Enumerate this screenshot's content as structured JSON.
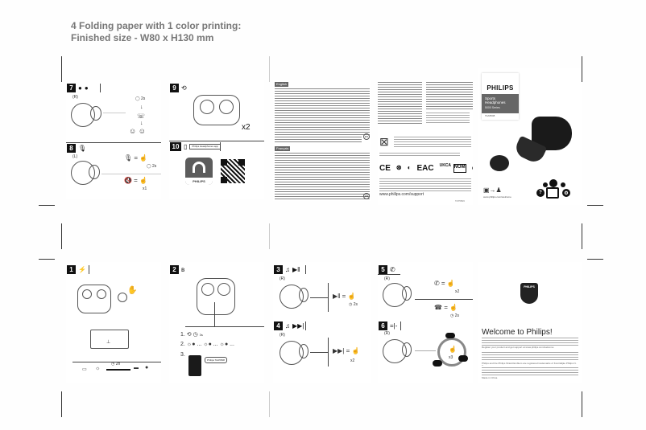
{
  "header": {
    "line1": "4 Folding paper with 1 color printing:",
    "line2": "Finished size - W80 x H130 mm"
  },
  "top_row": {
    "panel_7_8": {
      "step7": {
        "number": "7",
        "icons": [
          "earbud-icon",
          "earbud-icon"
        ],
        "side_label": "R",
        "hold_label": "2s",
        "reject_label": "✕"
      },
      "step8": {
        "number": "8",
        "icons": [
          "microphone-icon"
        ],
        "side_label": "L",
        "hold_label": "2s",
        "mute_count": "x1"
      }
    },
    "panel_9_10": {
      "step9": {
        "number": "9",
        "icons": [
          "reset-icon"
        ],
        "count": "x2"
      },
      "step10": {
        "number": "10",
        "icons": [
          "phone-icon",
          "app-store-icon"
        ],
        "search_text": "Philips Headphones app",
        "app_name": "PHILIPS"
      }
    },
    "panel_text_en": {
      "lang_tag_1": "English",
      "lang_tag_2": "Français",
      "language_badge": "EN",
      "language_badge_2": "FR"
    },
    "panel_compliance": {
      "certifications": [
        "CE",
        "FCC",
        "RCM",
        "EAC",
        "UKCA",
        "NOM"
      ],
      "url": "www.philips.com/support",
      "doc_code": "TAT5506"
    },
    "cover": {
      "brand": "PHILIPS",
      "product_line1": "Sports",
      "product_line2": "Headphones",
      "series": "5000 Series",
      "model": "TAA5508",
      "register_url": "www.philips.com/welcome"
    }
  },
  "bottom_row": {
    "panel_1_2": {
      "step1": {
        "number": "1",
        "icons": [
          "battery-charging-icon"
        ],
        "charge_time": "2h"
      },
      "step2": {
        "number": "2",
        "icons": [
          "bluetooth-icon"
        ],
        "sub_steps": [
          "1.",
          "2.",
          "3."
        ],
        "power_hold": "3s",
        "pair_label": "Philips TAA5508"
      }
    },
    "panel_3_4": {
      "step3": {
        "number": "3",
        "icons": [
          "music-note-icon",
          "play-pause-icon"
        ],
        "side_label": "R",
        "hold_label": "2s"
      },
      "step4": {
        "number": "4",
        "icons": [
          "music-note-icon",
          "next-track-icon"
        ],
        "side_label": "R",
        "tap_count": "x2"
      }
    },
    "panel_5_6": {
      "step5": {
        "number": "5",
        "icons": [
          "phone-call-icon"
        ],
        "side_label": "R",
        "answer_count": "x2",
        "hangup_hold": "2s"
      },
      "step6": {
        "number": "6",
        "icons": [
          "anc-icon"
        ],
        "side_label": "R",
        "cycle_count": "x3"
      }
    },
    "back_cover": {
      "welcome_title": "Welcome to Philips!",
      "register_text": "Register your product and get support at www.philips.com/welcome",
      "trademark_note": "Philips and the Philips Shield Emblem are registered trademarks of Koninklijke Philips N.V.",
      "manufacturer_note": "Made in China"
    }
  }
}
